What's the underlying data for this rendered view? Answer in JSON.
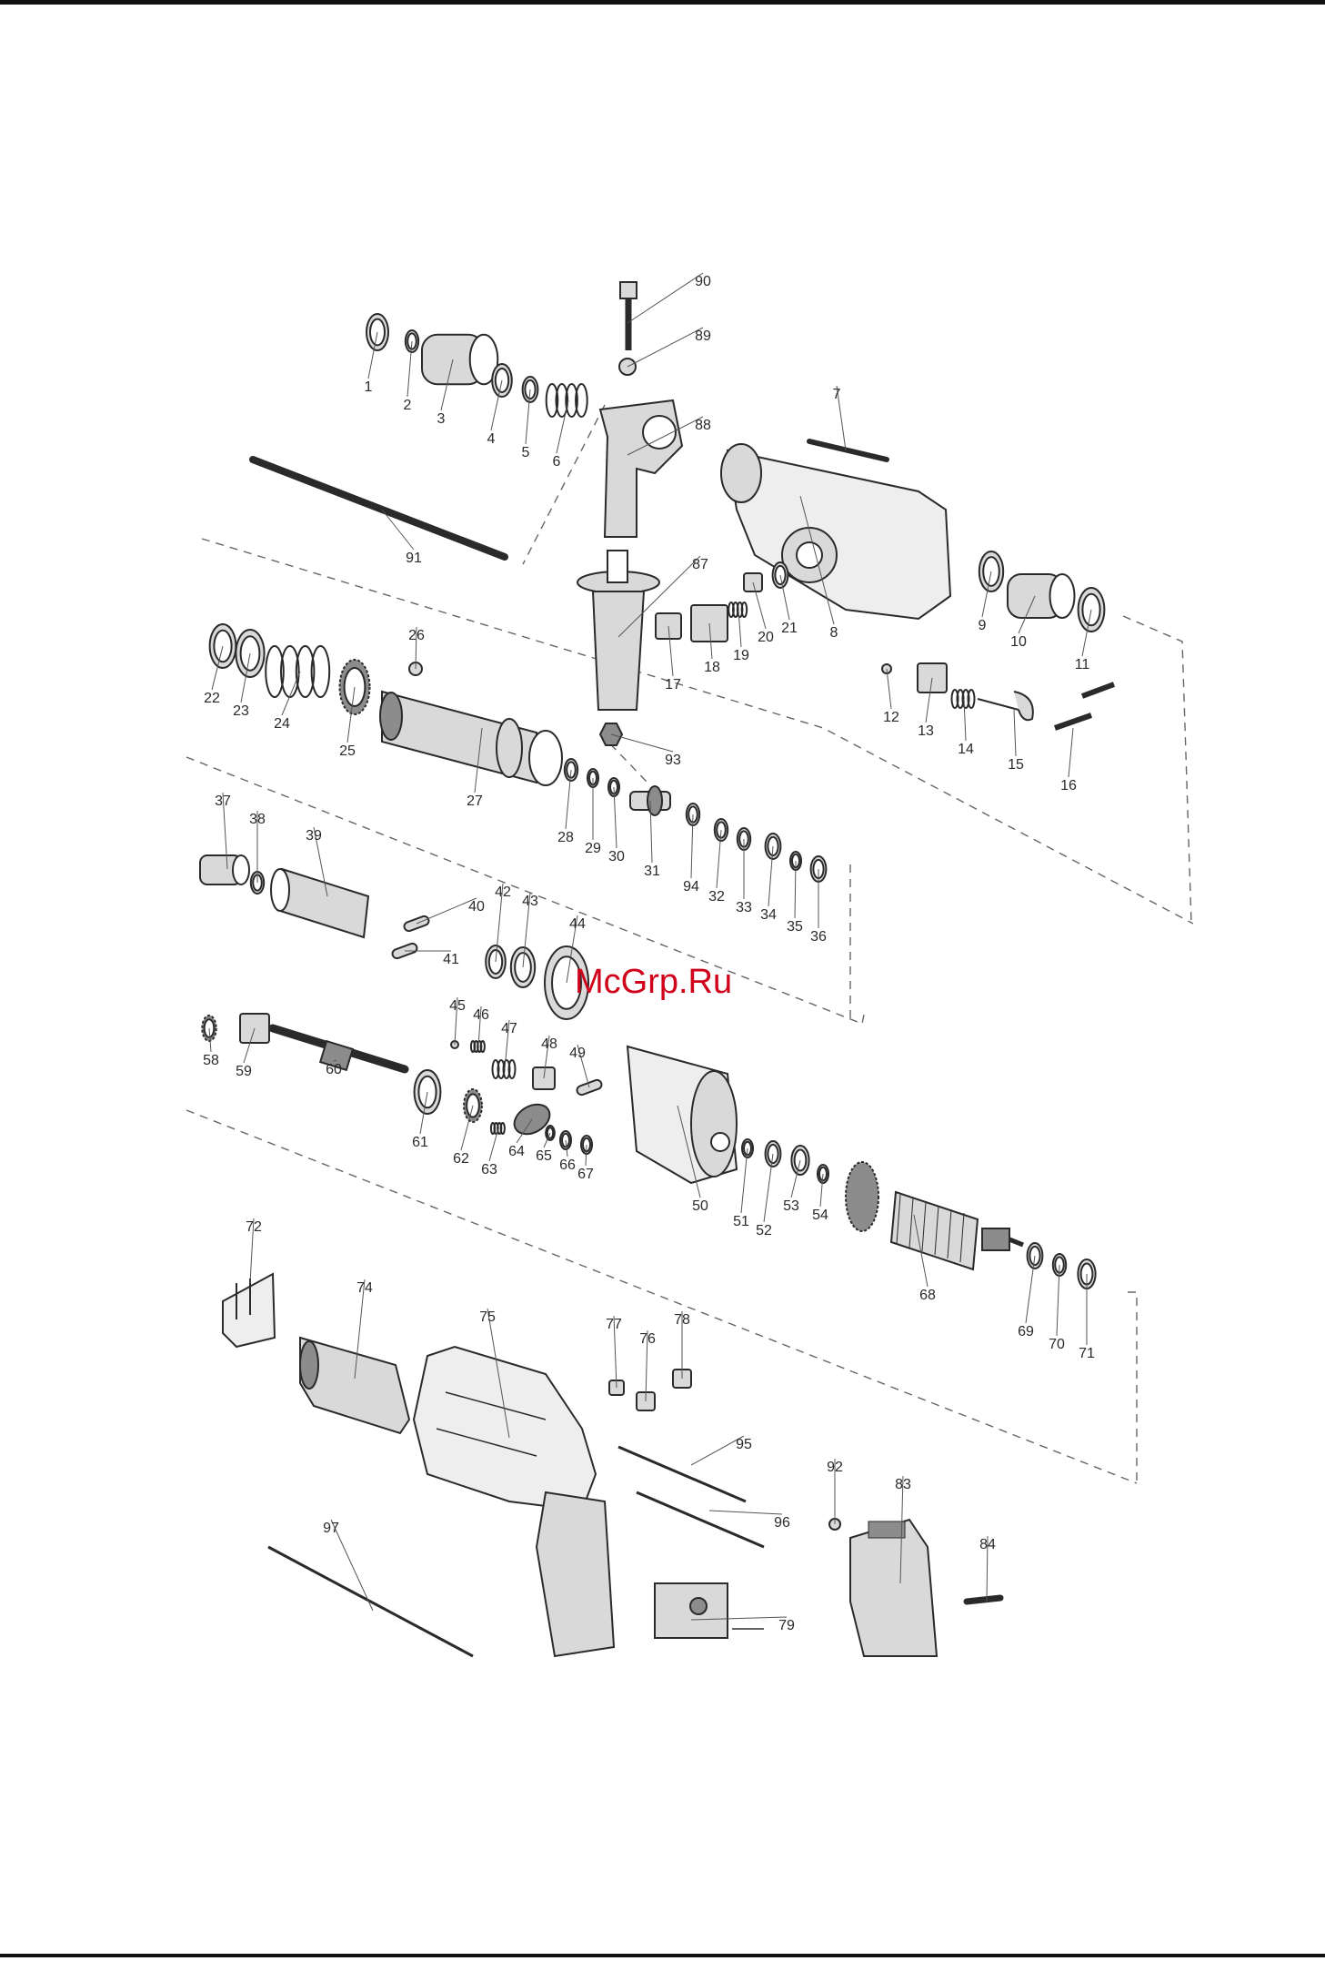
{
  "watermark": "McGrp.Ru",
  "colors": {
    "ink": "#2a2a2a",
    "part_fill": "#d9d9d9",
    "part_dark": "#8c8c8c",
    "watermark": "#d0021b"
  },
  "diagram": {
    "parts": [
      {
        "label": "1",
        "icon": "cap-ring"
      },
      {
        "label": "2",
        "icon": "circlip"
      },
      {
        "label": "3",
        "icon": "sleeve"
      },
      {
        "label": "4",
        "icon": "washer"
      },
      {
        "label": "5",
        "icon": "o-ring"
      },
      {
        "label": "6",
        "icon": "spring"
      },
      {
        "label": "7",
        "icon": "long-screw"
      },
      {
        "label": "8",
        "icon": "gear-housing"
      },
      {
        "label": "9",
        "icon": "bearing"
      },
      {
        "label": "10",
        "icon": "sleeve"
      },
      {
        "label": "11",
        "icon": "needle-bearing"
      },
      {
        "label": "12",
        "icon": "pin"
      },
      {
        "label": "13",
        "icon": "lever"
      },
      {
        "label": "14",
        "icon": "spring"
      },
      {
        "label": "15",
        "icon": "knob"
      },
      {
        "label": "16",
        "icon": "screw"
      },
      {
        "label": "17",
        "icon": "switch-part"
      },
      {
        "label": "18",
        "icon": "block"
      },
      {
        "label": "19",
        "icon": "spring"
      },
      {
        "label": "20",
        "icon": "slider"
      },
      {
        "label": "21",
        "icon": "o-ring"
      },
      {
        "label": "22",
        "icon": "circlip"
      },
      {
        "label": "23",
        "icon": "ring"
      },
      {
        "label": "24",
        "icon": "spring"
      },
      {
        "label": "25",
        "icon": "gear"
      },
      {
        "label": "26",
        "icon": "ball"
      },
      {
        "label": "27",
        "icon": "cylinder"
      },
      {
        "label": "28",
        "icon": "bearing"
      },
      {
        "label": "29",
        "icon": "circlip"
      },
      {
        "label": "30",
        "icon": "washer"
      },
      {
        "label": "31",
        "icon": "shaft"
      },
      {
        "label": "32",
        "icon": "bearing"
      },
      {
        "label": "33",
        "icon": "washer"
      },
      {
        "label": "34",
        "icon": "bearing"
      },
      {
        "label": "35",
        "icon": "washer"
      },
      {
        "label": "36",
        "icon": "circlip"
      },
      {
        "label": "37",
        "icon": "striker"
      },
      {
        "label": "38",
        "icon": "o-ring"
      },
      {
        "label": "39",
        "icon": "piston"
      },
      {
        "label": "40",
        "icon": "pin"
      },
      {
        "label": "41",
        "icon": "pin"
      },
      {
        "label": "42",
        "icon": "o-ring"
      },
      {
        "label": "43",
        "icon": "ring"
      },
      {
        "label": "44",
        "icon": "seal"
      },
      {
        "label": "45",
        "icon": "ball"
      },
      {
        "label": "46",
        "icon": "spring"
      },
      {
        "label": "47",
        "icon": "spring"
      },
      {
        "label": "48",
        "icon": "clutch"
      },
      {
        "label": "49",
        "icon": "pin"
      },
      {
        "label": "50",
        "icon": "housing"
      },
      {
        "label": "51",
        "icon": "washer"
      },
      {
        "label": "52",
        "icon": "o-ring"
      },
      {
        "label": "53",
        "icon": "bearing"
      },
      {
        "label": "54",
        "icon": "washer"
      },
      {
        "label": "58",
        "icon": "gear"
      },
      {
        "label": "59",
        "icon": "bearing"
      },
      {
        "label": "60",
        "icon": "shaft"
      },
      {
        "label": "61",
        "icon": "wobble-bearing"
      },
      {
        "label": "62",
        "icon": "gear"
      },
      {
        "label": "63",
        "icon": "key"
      },
      {
        "label": "64",
        "icon": "plate"
      },
      {
        "label": "65",
        "icon": "washer"
      },
      {
        "label": "66",
        "icon": "washer"
      },
      {
        "label": "67",
        "icon": "washer"
      },
      {
        "label": "68",
        "icon": "armature"
      },
      {
        "label": "69",
        "icon": "bearing"
      },
      {
        "label": "70",
        "icon": "washer"
      },
      {
        "label": "71",
        "icon": "bearing"
      },
      {
        "label": "72",
        "icon": "baffle"
      },
      {
        "label": "74",
        "icon": "stator"
      },
      {
        "label": "75",
        "icon": "motor-housing"
      },
      {
        "label": "76",
        "icon": "brush-holder"
      },
      {
        "label": "77",
        "icon": "brush"
      },
      {
        "label": "78",
        "icon": "carbon-brush"
      },
      {
        "label": "79",
        "icon": "switch"
      },
      {
        "label": "83",
        "icon": "rear-cover"
      },
      {
        "label": "84",
        "icon": "screw"
      },
      {
        "label": "87",
        "icon": "side-handle"
      },
      {
        "label": "88",
        "icon": "handle-clamp"
      },
      {
        "label": "89",
        "icon": "nut"
      },
      {
        "label": "90",
        "icon": "bolt"
      },
      {
        "label": "91",
        "icon": "depth-rod"
      },
      {
        "label": "92",
        "icon": "pin"
      },
      {
        "label": "93",
        "icon": "nut"
      },
      {
        "label": "94",
        "icon": "circlip"
      },
      {
        "label": "95",
        "icon": "wire"
      },
      {
        "label": "96",
        "icon": "wire"
      },
      {
        "label": "97",
        "icon": "wire"
      }
    ]
  }
}
